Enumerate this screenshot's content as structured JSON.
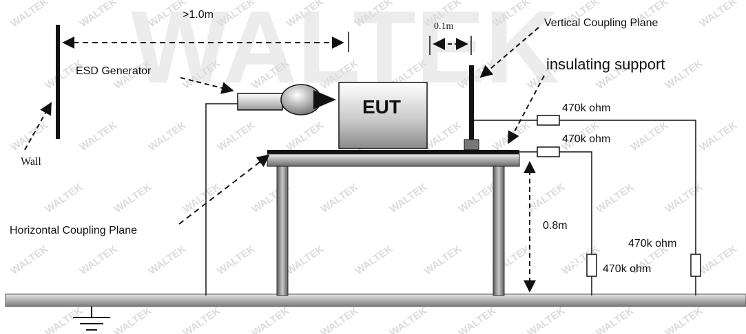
{
  "watermark": {
    "text": "WALTEK",
    "large": "WALTEK"
  },
  "labels": {
    "distance_wall": ">1.0m",
    "distance_vcp": "0.1m",
    "vertical_coupling_plane": "Vertical Coupling Plane",
    "insulating_support": "insulating support",
    "esd_generator": "ESD Generator",
    "eut": "EUT",
    "wall": "Wall",
    "horizontal_coupling_plane": "Horizontal Coupling Plane",
    "table_height": "0.8m",
    "resistor_vcp_top": "470k ohm",
    "resistor_hcp_top": "470k ohm",
    "resistor_vcp_ground": "470k ohm",
    "resistor_hcp_ground": "470k ohm"
  },
  "colors": {
    "line": "#111111",
    "watermark": "#dcdcdc",
    "ground_plane": "#b9b9b9"
  }
}
